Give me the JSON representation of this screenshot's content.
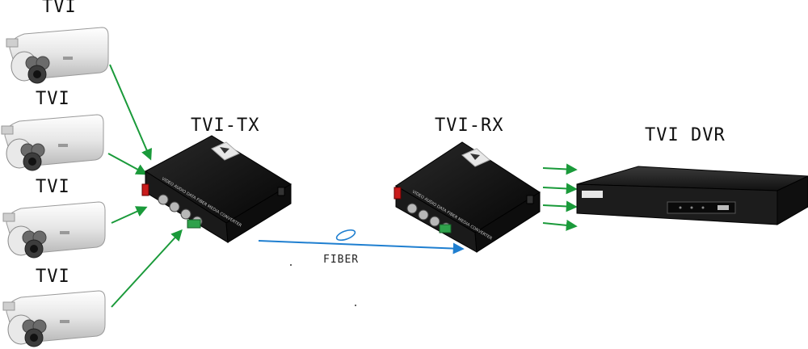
{
  "cameras": [
    {
      "label": "TVI"
    },
    {
      "label": "TVI"
    },
    {
      "label": "TVI"
    },
    {
      "label": "TVI"
    }
  ],
  "tx": {
    "label": "TVI-TX",
    "front_text": "VIDEO AUDIO DATA FIBER MEDIA CONVERTER"
  },
  "rx": {
    "label": "TVI-RX",
    "front_text": "VIDEO AUDIO DATA FIBER MEDIA CONVERTER"
  },
  "dvr": {
    "label": "TVI DVR"
  },
  "fiber": {
    "label": "FIBER"
  },
  "colors": {
    "green_arrow": "#1a9a3a",
    "fiber_blue": "#1f7fd0",
    "device_black": "#141414"
  }
}
